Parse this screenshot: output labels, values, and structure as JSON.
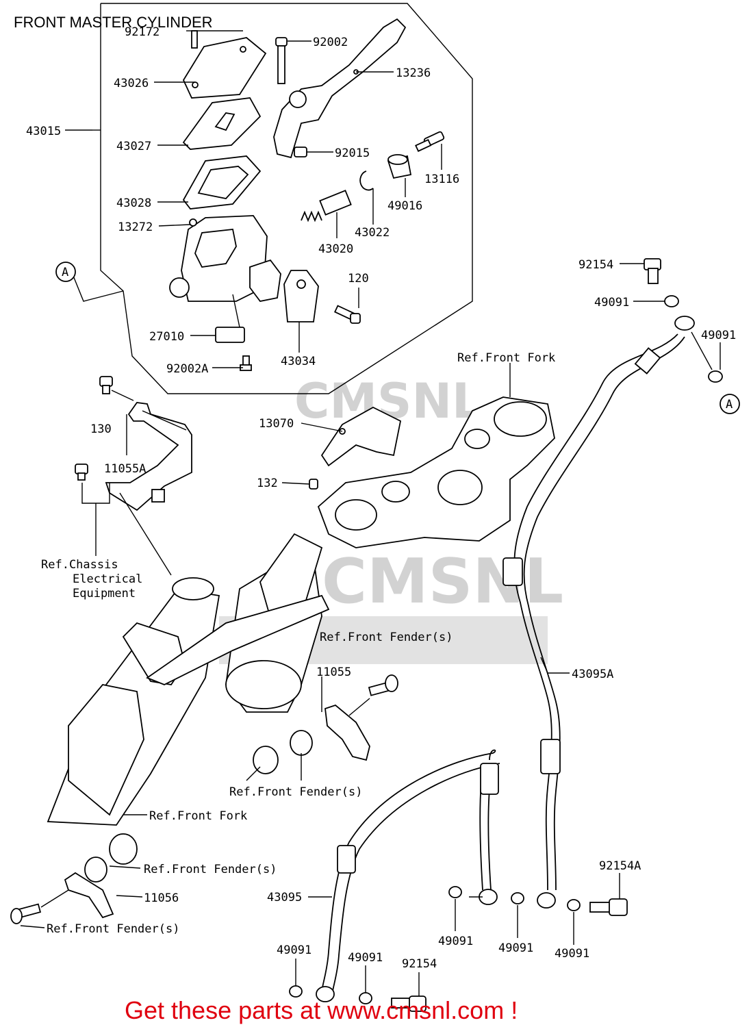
{
  "title": "FRONT MASTER CYLINDER",
  "promo": "Get these parts at www.cmsnl.com !",
  "watermark": "CMSNL",
  "colors": {
    "promo": "#e0000f",
    "ink": "#000000",
    "watermark": "#d2d2d2"
  },
  "parts": {
    "p92172": "92172",
    "p43026": "43026",
    "p43015": "43015",
    "p43027": "43027",
    "p43028": "43028",
    "p13272": "13272",
    "p92002": "92002",
    "p13236": "13236",
    "p92015": "92015",
    "p13116": "13116",
    "p49016": "49016",
    "p43022": "43022",
    "p43020": "43020",
    "p120": "120",
    "p27010": "27010",
    "p92002A": "92002A",
    "p43034": "43034",
    "p92154": "92154",
    "p49091a": "49091",
    "p49091b": "49091",
    "p130": "130",
    "p11055A": "11055A",
    "p13070": "13070",
    "p132": "132",
    "p11055": "11055",
    "p43095A": "43095A",
    "p11056": "11056",
    "p92154A": "92154A",
    "p43095": "43095",
    "p49091c": "49091",
    "p49091d": "49091",
    "p49091e": "49091",
    "p49091f": "49091",
    "p49091g": "49091",
    "p92154b": "92154"
  },
  "refs": {
    "front_fork_top": "Ref.Front Fork",
    "chassis_l1": "Ref.Chassis",
    "chassis_l2": "Electrical",
    "chassis_l3": "Equipment",
    "fender_1": "Ref.Front Fender(s)",
    "fender_2": "Ref.Front Fender(s)",
    "front_fork_bottom": "Ref.Front Fork",
    "fender_3": "Ref.Front Fender(s)",
    "fender_4": "Ref.Front Fender(s)"
  },
  "connector_a": "A"
}
